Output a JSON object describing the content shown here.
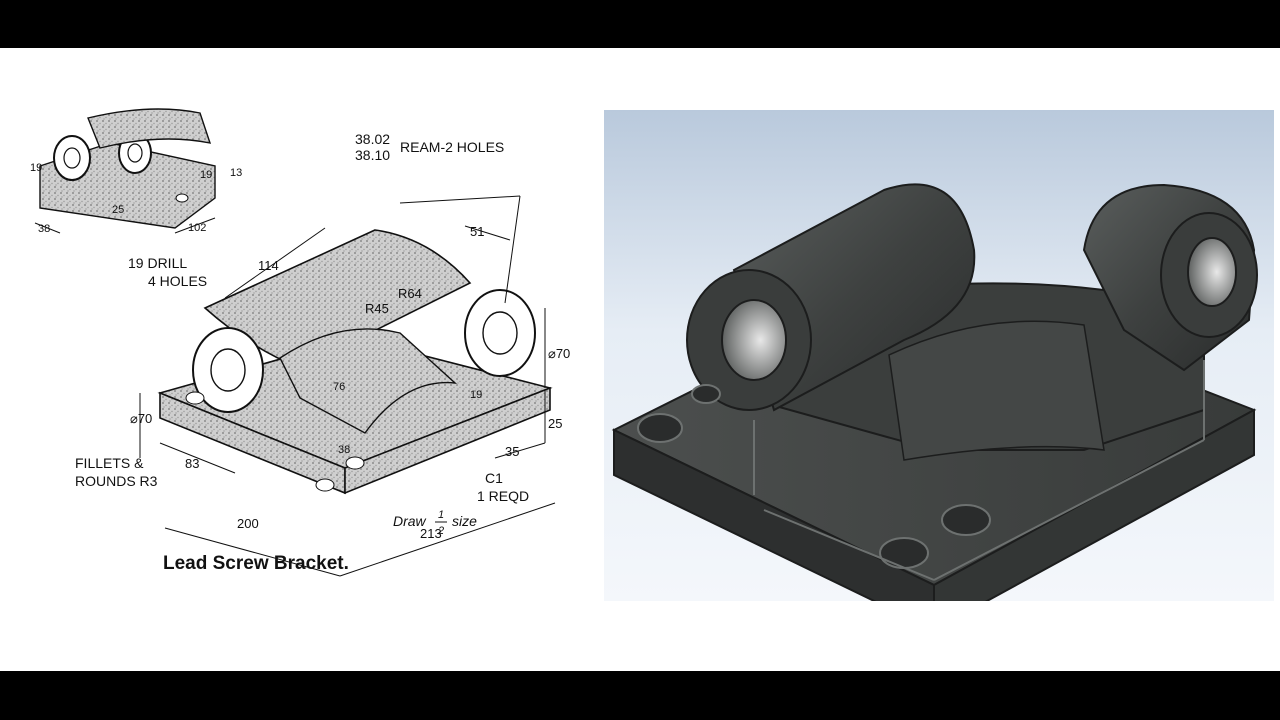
{
  "left_drawing": {
    "caption": "Lead Screw Bracket.",
    "notes": {
      "ream_top": "38.02",
      "ream_bottom": "38.10",
      "ream_label": "REAM-2 HOLES",
      "drill_label": "19 DRILL",
      "drill_holes": "4 HOLES",
      "fillets_line1": "FILLETS &",
      "fillets_line2": "ROUNDS R3",
      "part_id": "C1",
      "qty": "1 REQD",
      "scale_prefix": "Draw",
      "scale_frac_num": "1",
      "scale_frac_den": "2",
      "scale_suffix": "size"
    },
    "dims": {
      "d114": "114",
      "d51": "51",
      "r45": "R45",
      "r64": "R64",
      "d70": "70",
      "phi70": "⌀70",
      "d25": "25",
      "d35": "35",
      "phi70_left": "⌀70",
      "d83": "83",
      "d200": "200",
      "d213": "213",
      "d38": "38",
      "d19": "19",
      "d76": "76"
    },
    "inset_dims": {
      "d19": "19",
      "d38": "38",
      "d102": "102",
      "d19b": "19",
      "d25": "25",
      "d13": "13"
    }
  },
  "right_model": {
    "body_color": "#3e4140",
    "edge_color": "#1c1d1d",
    "highlight_color": "#6d7170",
    "background_top": "#b9c9dc",
    "background_bottom": "#f4f7fb"
  }
}
